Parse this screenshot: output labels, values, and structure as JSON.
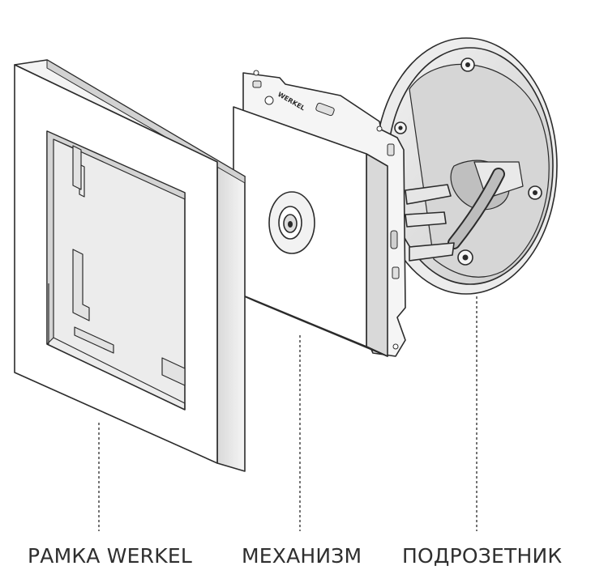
{
  "diagram": {
    "type": "exploded-view",
    "labels": {
      "frame": "РАМКА WERKEL",
      "mechanism": "МЕХАНИЗМ",
      "mounting_box": "ПОДРОЗЕТНИК"
    },
    "brand_mark": "WERKEL",
    "colors": {
      "outline": "#2b2b2b",
      "face": "#ffffff",
      "shade": "#e4e4e4",
      "dark_shade": "#bdbdbd",
      "box_interior": "#d8d8d8",
      "leader_line": "#3a3a3a",
      "label_text": "#2f2f2f"
    }
  }
}
